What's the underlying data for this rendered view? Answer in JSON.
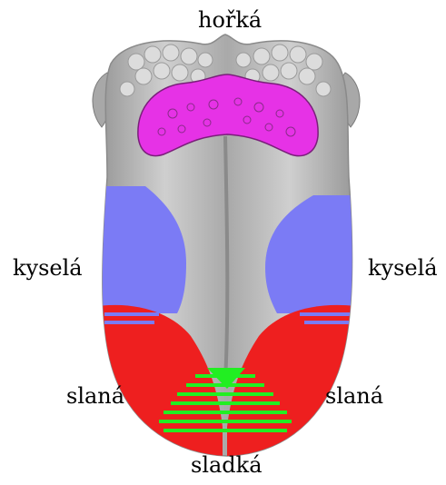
{
  "labels": {
    "bitter": "hořká",
    "sour_left": "kyselá",
    "sour_right": "kyselá",
    "salty_left": "slaná",
    "salty_right": "slaná",
    "sweet": "sladká"
  },
  "colors": {
    "bitter": "#e632e6",
    "sour": "#7b7bf5",
    "salty": "#ee1f1f",
    "sweet": "#22ee22",
    "tongue": "#bdbdbd",
    "papillae": "#d9d9d9",
    "background": "#ffffff"
  }
}
